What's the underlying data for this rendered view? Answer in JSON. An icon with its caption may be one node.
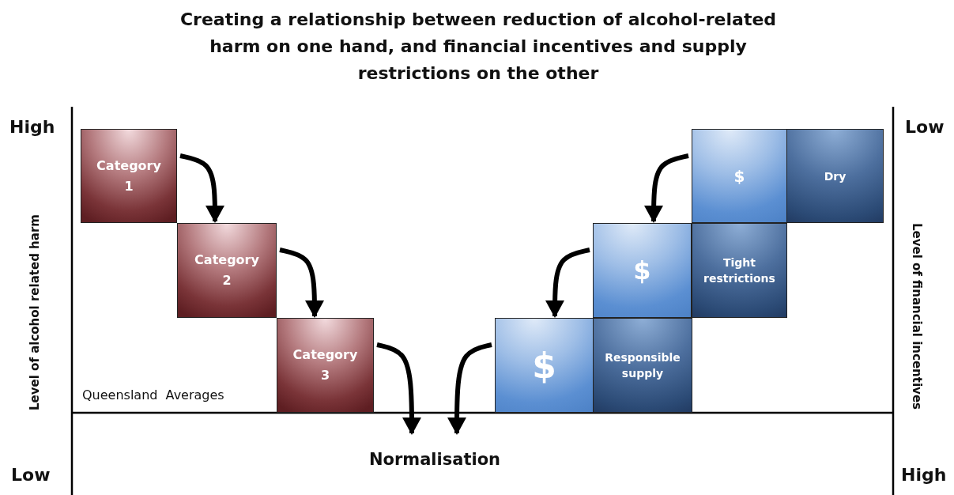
{
  "diagram": {
    "title": "Creating a relationship between reduction of alcohol-related harm on one hand, and financial incentives and supply restrictions on the other",
    "nodes": [
      {
        "text": [
          "Category 1"
        ]
      },
      {
        "text": [
          "Category 2"
        ]
      },
      {
        "text": [
          "Category 3"
        ]
      },
      {
        "text": [
          "$"
        ]
      },
      {
        "text": [
          "Dry"
        ]
      },
      {
        "text": [
          "$"
        ]
      },
      {
        "text": [
          "Tight restrictions"
        ]
      },
      {
        "text": [
          "$"
        ]
      },
      {
        "text": [
          "Responsible supply"
        ]
      },
      {
        "text": [
          "Normalisation"
        ]
      }
    ],
    "edges": [
      {
        "from": 0,
        "to": 1,
        "arrow": "to"
      },
      {
        "from": 1,
        "to": 2,
        "arrow": "to"
      },
      {
        "from": 2,
        "to": 9,
        "arrow": "to"
      },
      {
        "from": 3,
        "to": 5,
        "arrow": "to"
      },
      {
        "from": 5,
        "to": 7,
        "arrow": "to"
      },
      {
        "from": 7,
        "to": 9,
        "arrow": "to"
      }
    ],
    "labels": [
      "High",
      "Low",
      "Level of alcohol related harm",
      "Queensland  Averages",
      "Low",
      "High",
      "Level of financial incentives"
    ]
  }
}
